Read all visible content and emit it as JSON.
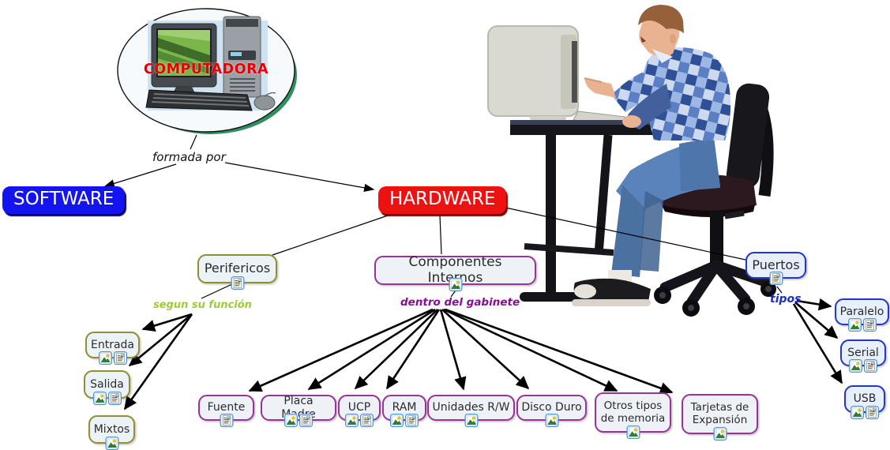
{
  "root": {
    "label": "COMPUTADORA"
  },
  "links": {
    "formada_por": "formada por",
    "segun_su_funcion": "segun su función",
    "dentro_del_gabinete": "dentro del gabinete",
    "tipos": "tipos"
  },
  "concepts": {
    "software": {
      "label": "SOFTWARE"
    },
    "hardware": {
      "label": "HARDWARE"
    },
    "perifericos": {
      "label": "Perifericos",
      "icons": [
        "note"
      ]
    },
    "componentes_internos": {
      "label": "Componentes Internos",
      "icons": [
        "image"
      ]
    },
    "puertos": {
      "label": "Puertos",
      "icons": [
        "note"
      ]
    },
    "entrada": {
      "label": "Entrada",
      "icons": [
        "image",
        "note"
      ]
    },
    "salida": {
      "label": "Salida",
      "icons": [
        "image",
        "note"
      ]
    },
    "mixtos": {
      "label": "Mixtos",
      "icons": [
        "image"
      ]
    },
    "fuente": {
      "label": "Fuente",
      "icons": [
        "note"
      ]
    },
    "placa_madre": {
      "label": "Placa Madre",
      "icons": [
        "image",
        "note"
      ]
    },
    "ucp": {
      "label": "UCP",
      "icons": [
        "image",
        "note"
      ]
    },
    "ram": {
      "label": "RAM",
      "icons": [
        "image",
        "note"
      ]
    },
    "unidades_rw": {
      "label": "Unidades R/W",
      "icons": [
        "image"
      ]
    },
    "disco_duro": {
      "label": "Disco Duro",
      "icons": [
        "image"
      ]
    },
    "otros_tipos": {
      "label": "Otros tipos de memoria",
      "icons": [
        "image"
      ]
    },
    "tarjetas_expansion": {
      "label": "Tarjetas de Expansión",
      "icons": [
        "image"
      ]
    },
    "paralelo": {
      "label": "Paralelo",
      "icons": [
        "image",
        "note"
      ]
    },
    "serial": {
      "label": "Serial",
      "icons": [
        "image",
        "note"
      ]
    },
    "usb": {
      "label": "USB",
      "icons": [
        "image",
        "note"
      ]
    }
  },
  "colors": {
    "software_bg": "#1414f0",
    "hardware_bg": "#ee1111",
    "olive_border": "#8f8f33",
    "purple_border": "#993399",
    "blue_border": "#2236cc",
    "node_fill": "#ecf3f6",
    "label_green": "#9ccc33",
    "label_purple": "#8a0d96",
    "label_blue": "#1a2ccc",
    "computadora_text": "#e60000"
  }
}
